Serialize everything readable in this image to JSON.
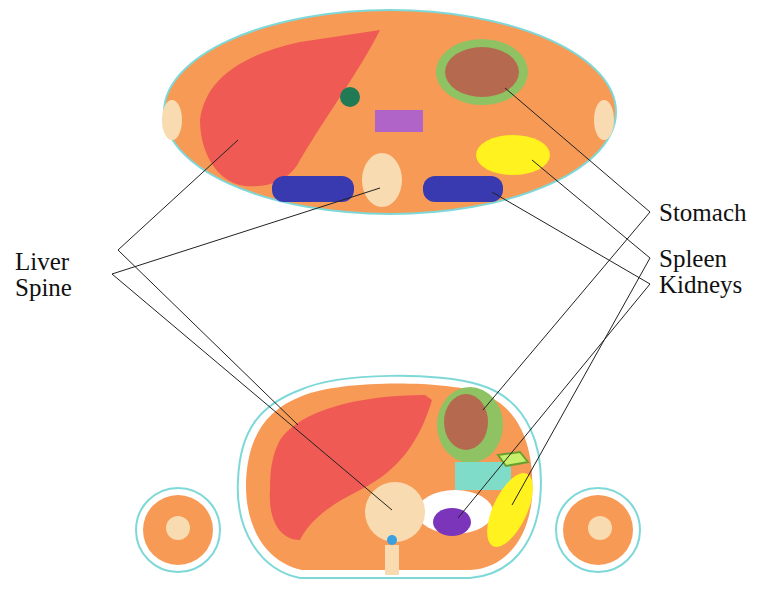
{
  "diagram": {
    "labels": [
      "Liver",
      "Spine",
      "Stomach",
      "Spleen",
      "Kidneys"
    ]
  }
}
